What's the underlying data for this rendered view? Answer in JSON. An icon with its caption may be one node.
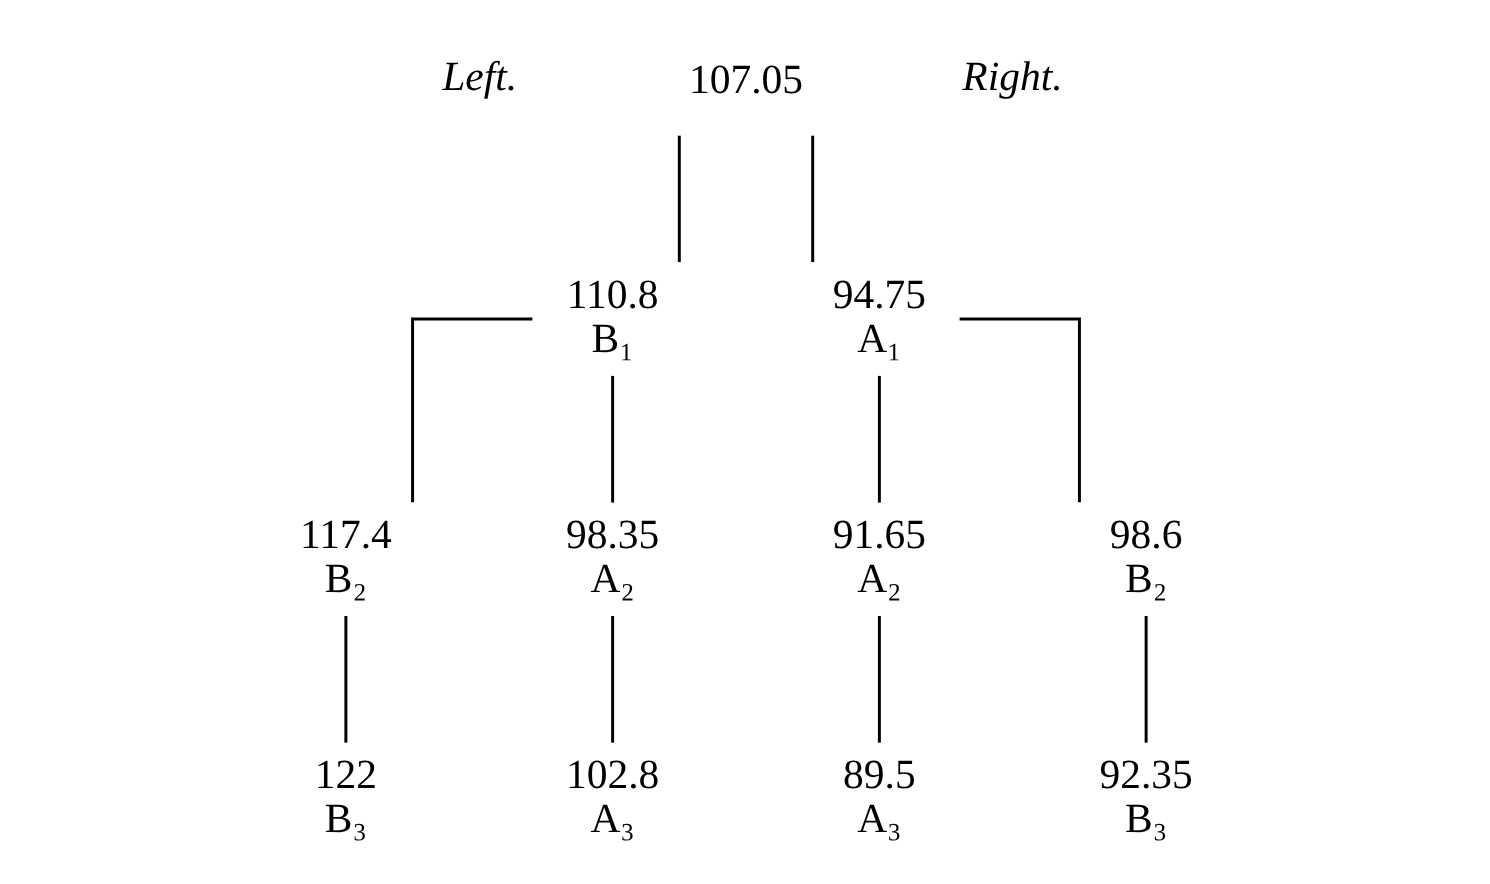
{
  "diagram": {
    "nodes": [
      {
        "text": [
          "107.05"
        ]
      },
      {
        "text": [
          "110.8",
          "B₁"
        ]
      },
      {
        "text": [
          "117.4",
          "B₂"
        ]
      },
      {
        "text": [
          "98.35",
          "A₂"
        ]
      },
      {
        "text": [
          "122",
          "B₃"
        ]
      },
      {
        "text": [
          "102.8",
          "A₃"
        ]
      },
      {
        "text": [
          "94.75",
          "A₁"
        ]
      },
      {
        "text": [
          "91.65",
          "A₂"
        ]
      },
      {
        "text": [
          "98.6",
          "B₂"
        ]
      },
      {
        "text": [
          "89.5",
          "A₃"
        ]
      },
      {
        "text": [
          "92.35",
          "B₃"
        ]
      }
    ],
    "edges": [
      {
        "from": 0,
        "to": 1,
        "arrow": "none"
      },
      {
        "from": 0,
        "to": 6,
        "arrow": "none"
      },
      {
        "from": 1,
        "to": 2,
        "arrow": "none"
      },
      {
        "from": 1,
        "to": 3,
        "arrow": "none"
      },
      {
        "from": 2,
        "to": 4,
        "arrow": "none"
      },
      {
        "from": 3,
        "to": 5,
        "arrow": "none"
      },
      {
        "from": 6,
        "to": 7,
        "arrow": "none"
      },
      {
        "from": 6,
        "to": 8,
        "arrow": "none"
      },
      {
        "from": 7,
        "to": 9,
        "arrow": "none"
      },
      {
        "from": 8,
        "to": 10,
        "arrow": "none"
      }
    ],
    "labels": [
      "Left.",
      "Right."
    ]
  }
}
